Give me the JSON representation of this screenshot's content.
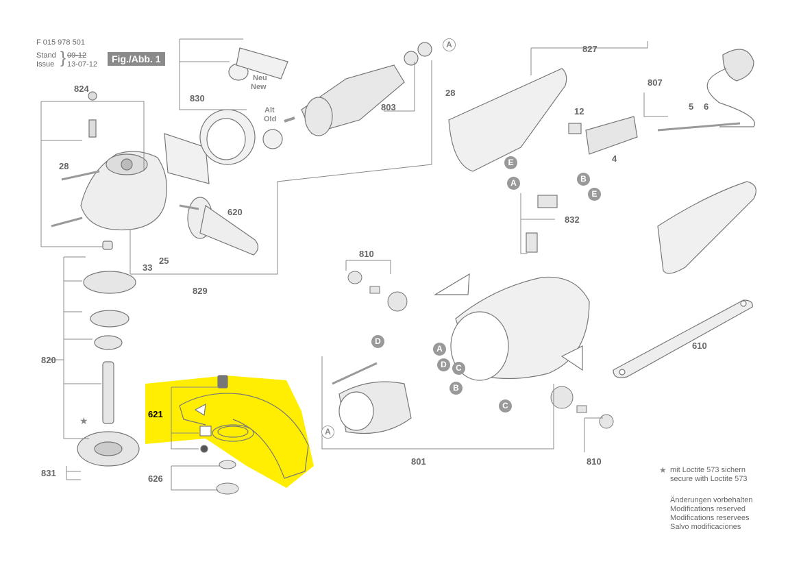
{
  "header": {
    "doc_number": "F 015 978 501",
    "stand_label": "Stand",
    "issue_label": "Issue",
    "old_date": "09-12",
    "new_date": "13-07-12",
    "figure_label": "Fig./Abb. 1"
  },
  "parts": {
    "p824": "824",
    "p830": "830",
    "p803": "803",
    "p827": "827",
    "p28a": "28",
    "p28b": "28",
    "p807": "807",
    "p12": "12",
    "p5": "5",
    "p6": "6",
    "p4": "4",
    "p620": "620",
    "p25": "25",
    "p33": "33",
    "p829": "829",
    "p832": "832",
    "p810a": "810",
    "p610": "610",
    "p820": "820",
    "p621": "621",
    "p626": "626",
    "p831": "831",
    "p801": "801",
    "p810b": "810"
  },
  "annotations": {
    "neu": "Neu",
    "new": "New",
    "alt": "Alt",
    "old": "Old"
  },
  "markers": {
    "a1": "A",
    "a2": "A",
    "a3": "A",
    "a4": "A",
    "b1": "B",
    "b2": "B",
    "c1": "C",
    "c2": "C",
    "d1": "D",
    "d2": "D",
    "e1": "E",
    "e2": "E"
  },
  "notes": {
    "star": "★",
    "loctite_de": "mit Loctite 573 sichern",
    "loctite_en": "secure with Loctite 573",
    "mod_de": "Änderungen vorbehalten",
    "mod_en": "Modifications reserved",
    "mod_fr": "Modifications reservees",
    "mod_es": "Salvo modificaciones"
  },
  "colors": {
    "highlight": "#ffee00",
    "marker": "#999999",
    "line": "#888888"
  }
}
